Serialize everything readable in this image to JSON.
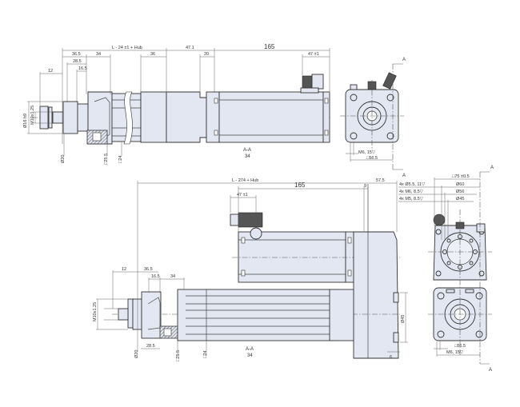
{
  "colors": {
    "body_fill": "#e3e7f2",
    "outline": "#333333",
    "background": "#ffffff"
  },
  "top_view": {
    "dims": {
      "overall_length": "L - 24 ±1 + Hub",
      "d_47_1": "47.1",
      "motor_length": "165",
      "connector_offset": "47 ±1",
      "rod_12": "12",
      "d_36_5": "36.5",
      "d_28_5": "28.5",
      "d_16_5": "16.5",
      "d_34": "34",
      "d_36": "36",
      "d_20": "20",
      "dia_20": "Ø20",
      "rod_thread": "M10x1.25",
      "rod_dia": "Ø16 h9",
      "sq_25_5": "□25.5",
      "sq_24": "□24"
    },
    "section_label": "A-A",
    "section_scale": "34"
  },
  "top_end_view": {
    "section_arrow_top": "A",
    "section_arrow_bottom": "A",
    "thread_label": "M6, 15▽",
    "square_label": "□56.5"
  },
  "bottom_view": {
    "dims": {
      "overall_length": "L - 274 + Hub",
      "d_57_5": "57.5",
      "motor_length": "165",
      "d_9": "9",
      "connector_offset": "47 ±1",
      "rod_12": "12",
      "d_36_5": "36.5",
      "d_16_5": "16.5",
      "d_34": "34",
      "d_28_5": "28.5",
      "dia_20": "Ø20",
      "rod_thread": "M10x1.25",
      "sq_25_5": "□25.5",
      "sq_24": "□24",
      "d_45": "Ø45",
      "d_6": "6"
    },
    "section_label": "A-A",
    "section_scale": "34"
  },
  "bottom_end_view": {
    "section_arrow_top": "A",
    "section_arrow_bottom": "A",
    "square_top": "□75 ±0.5",
    "callouts": [
      {
        "label": "4x Ø5.5, 11▽",
        "value": "Ø60"
      },
      {
        "label": "4x M6, 8.5▽",
        "value": "Ø56"
      },
      {
        "label": "4x M5, 8.5▽",
        "value": "Ø45"
      }
    ],
    "thread_label": "M6, 15▽",
    "square_label": "□56.5"
  }
}
